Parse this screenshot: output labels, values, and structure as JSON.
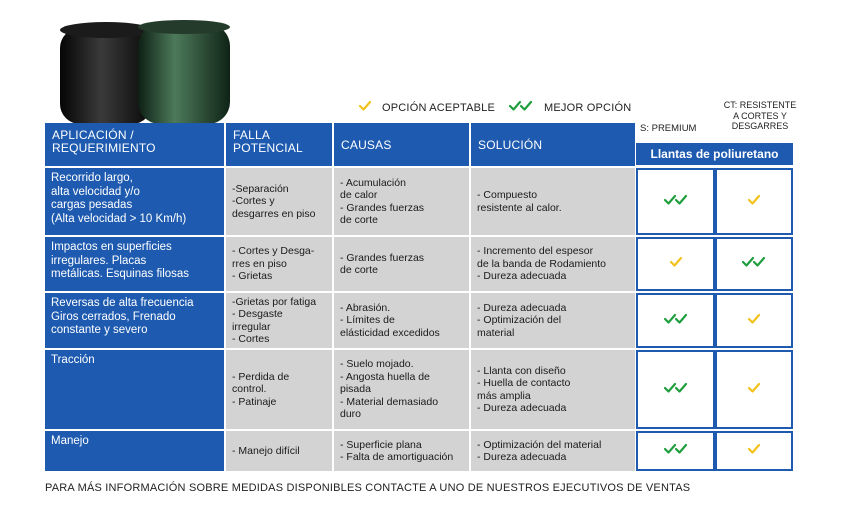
{
  "legend": {
    "acceptable_label": "OPCIÓN ACEPTABLE",
    "best_label": "MEJOR OPCIÓN",
    "acceptable_icon": "single-check-icon",
    "best_icon": "double-check-icon"
  },
  "columns": {
    "premium_label": "S: PREMIUM",
    "ct_label": "CT: RESISTENTE\nA CORTES Y\nDESGARRES",
    "product_title": "Llantas de poliuretano"
  },
  "headers": {
    "application": "APLICACIÓN /\nREQUERIMIENTO",
    "failure": "FALLA\nPOTENCIAL",
    "causes": "CAUSAS",
    "solution": "SOLUCIÓN"
  },
  "rows": [
    {
      "application": "Recorrido largo,\nalta velocidad y/o\ncargas pesadas\n(Alta velocidad > 10 Km/h)",
      "failures": [
        "-Separación",
        "-Cortes y\ndesgarres en piso"
      ],
      "causes": [
        "- Acumulación\n  de calor",
        "- Grandes fuerzas\n  de corte"
      ],
      "solutions": [
        "- Compuesto\n  resistente al calor."
      ],
      "premium": "best",
      "ct": "acceptable"
    },
    {
      "application": "Impactos en superficies\nirregulares. Placas\nmetálicas. Esquinas filosas",
      "failures": [
        "- Cortes y Desga-\n  rres en piso",
        "- Grietas"
      ],
      "causes": [
        "- Grandes fuerzas\n  de corte"
      ],
      "solutions": [
        "- Incremento del espesor\n  de la banda de Rodamiento",
        "- Dureza adecuada"
      ],
      "premium": "acceptable",
      "ct": "best"
    },
    {
      "application": "Reversas de alta frecuencia\nGiros cerrados, Frenado\nconstante y severo",
      "failures": [
        "-Grietas por fatiga",
        "- Desgaste\n  irregular",
        "- Cortes"
      ],
      "causes": [
        "- Abrasión.",
        "- Límites de\n  elásticidad excedidos"
      ],
      "solutions": [
        "- Dureza adecuada",
        "- Optimización del\n  material"
      ],
      "premium": "best",
      "ct": "acceptable"
    },
    {
      "application": "Tracción",
      "failures": [
        "- Perdida de\n  control.",
        "- Patinaje"
      ],
      "causes": [
        "- Suelo mojado.",
        "- Angosta huella de\n  pisada",
        "- Material demasiado\n  duro"
      ],
      "solutions": [
        "- Llanta con diseño",
        "- Huella de contacto\n  más amplia",
        "- Dureza adecuada"
      ],
      "premium": "best",
      "ct": "acceptable"
    },
    {
      "application": "Manejo",
      "failures": [
        "- Manejo difícil"
      ],
      "causes": [
        "- Superficie plana",
        "- Falta de amortiguación"
      ],
      "solutions": [
        "- Optimización del material",
        "- Dureza adecuada"
      ],
      "premium": "best",
      "ct": "acceptable"
    }
  ],
  "footer": "PARA MÁS INFORMACIÓN SOBRE MEDIDAS DISPONIBLES CONTACTE A UNO DE NUESTROS EJECUTIVOS DE VENTAS",
  "colors": {
    "primary_blue": "#1e5bb0",
    "cell_gray": "#d3d3d3",
    "check_acceptable": "#f2c21a",
    "check_best": "#1f9e3e"
  }
}
